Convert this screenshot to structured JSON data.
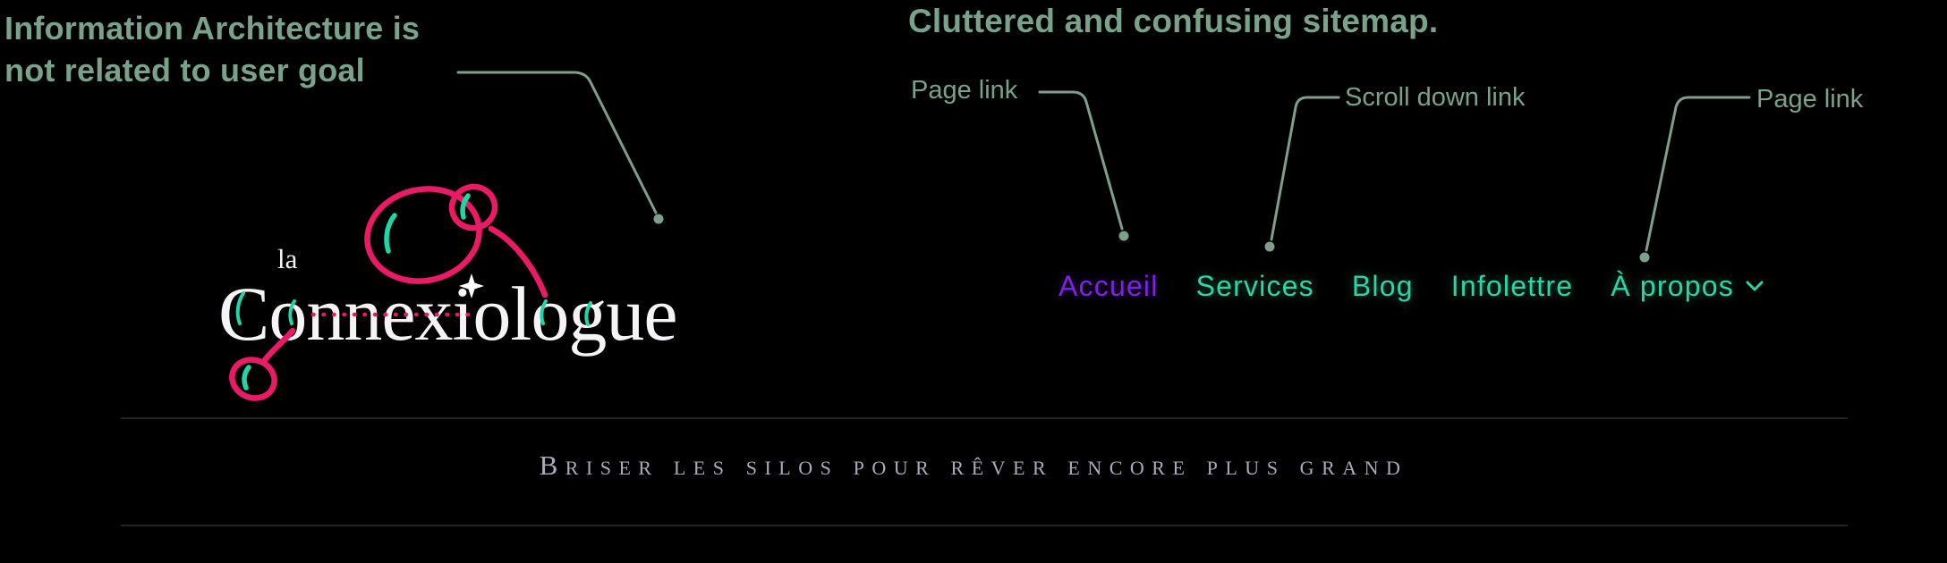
{
  "colors": {
    "background": "#000000",
    "annotation_text": "#79a28b",
    "leader_line": "#7f9f8d",
    "pink": "#eb1a66",
    "teal_accent": "#1ed7a6",
    "logo_text": "#f5f3f5",
    "nav_active": "#7b23e0",
    "nav_link": "#2bd5a6",
    "tagline_text": "#aea9bc",
    "divider": "#232323"
  },
  "annotations": {
    "ia_line1": "Information Architecture is",
    "ia_line2": "not related to user goal",
    "heading": "Cluttered and confusing sitemap.",
    "labels": {
      "page_left": "Page link",
      "scroll": "Scroll down link",
      "page_right": "Page link"
    }
  },
  "logo": {
    "prefix": "la",
    "name": "Connexiologue"
  },
  "nav": {
    "items": [
      {
        "label": "Accueil",
        "state": "active"
      },
      {
        "label": "Services",
        "state": "link"
      },
      {
        "label": "Blog",
        "state": "link"
      },
      {
        "label": "Infolettre",
        "state": "link"
      },
      {
        "label": "À propos",
        "state": "link",
        "has_dropdown": true
      }
    ]
  },
  "tagline": "Briser les silos pour rêver encore plus grand"
}
